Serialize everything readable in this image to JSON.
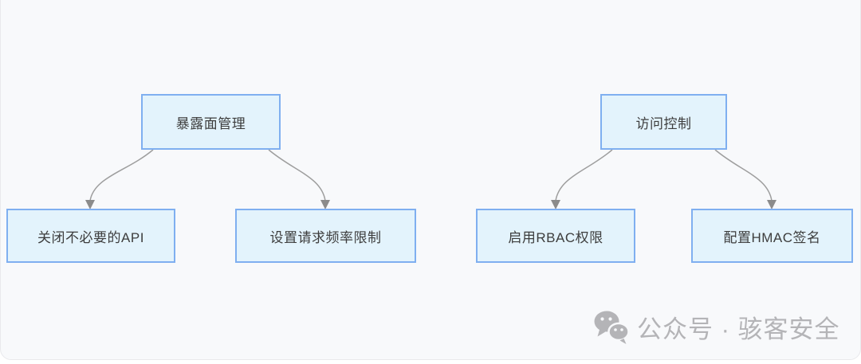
{
  "page": {
    "background": "#ffffff",
    "card_background": "#f8f9fb",
    "card_border": "#e9e9ec"
  },
  "diagram": {
    "node_style": {
      "fill": "#e3f3fc",
      "border": "#7faff0",
      "text_color": "#3d3d3d"
    },
    "arrow": {
      "line_color": "#9e9e9e",
      "head_color": "#8b8b8b"
    },
    "trees": [
      {
        "root": {
          "label": "暴露面管理"
        },
        "children": [
          {
            "label": "关闭不必要的API"
          },
          {
            "label": "设置请求频率限制"
          }
        ]
      },
      {
        "root": {
          "label": "访问控制"
        },
        "children": [
          {
            "label": "启用RBAC权限"
          },
          {
            "label": "配置HMAC签名"
          }
        ]
      }
    ]
  },
  "watermark": {
    "icon": "wechat-icon",
    "text": "公众号 · 骇客安全",
    "color": "#b4b4b7"
  }
}
